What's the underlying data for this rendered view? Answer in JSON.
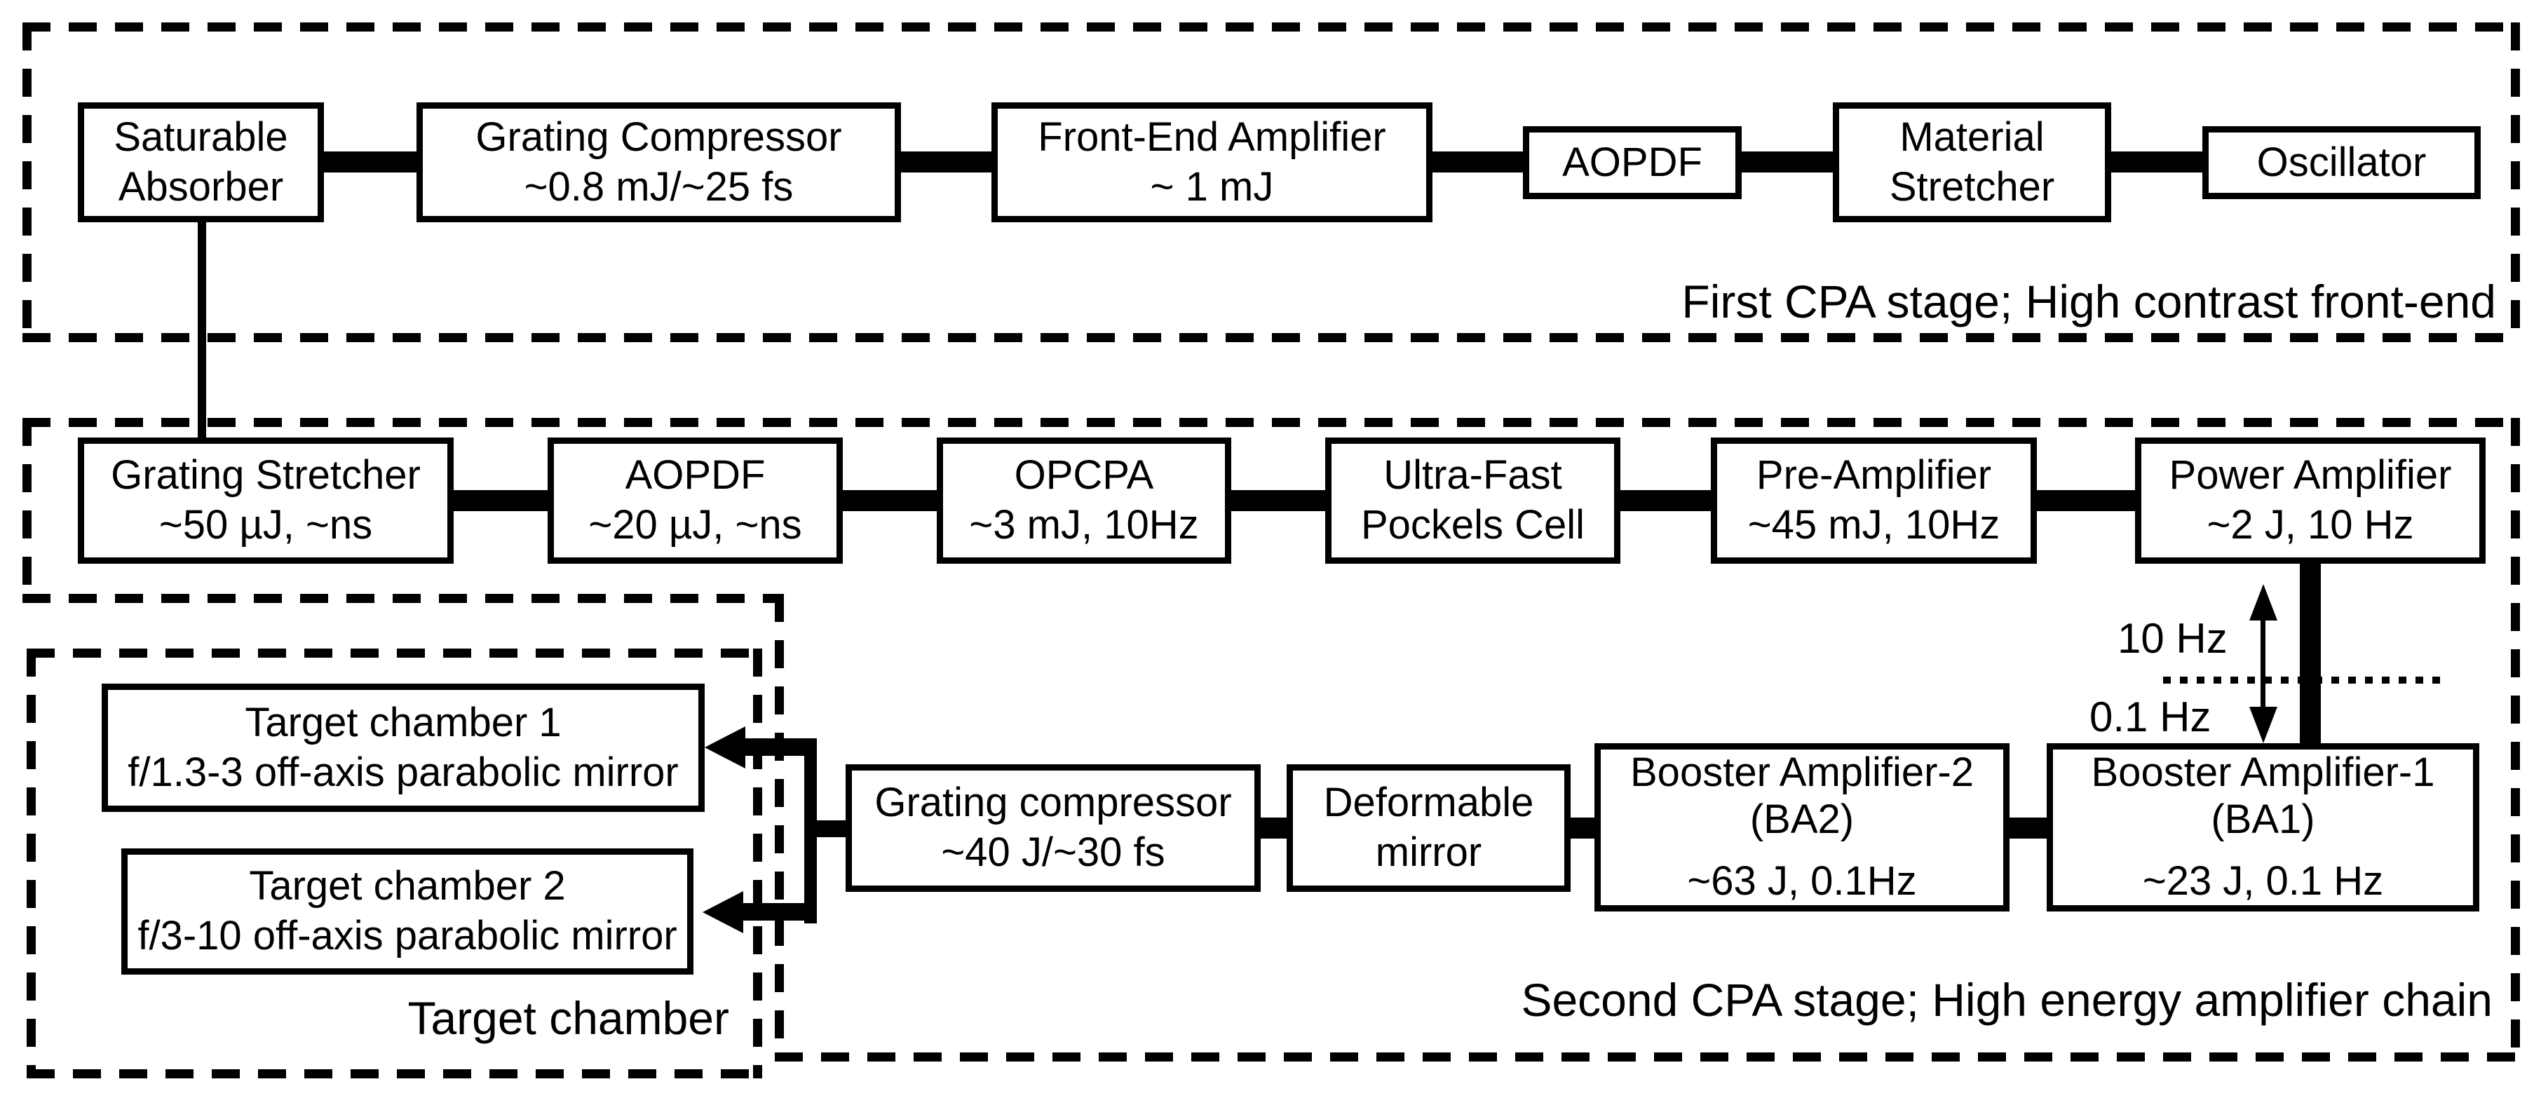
{
  "stages": {
    "first": {
      "label": "First CPA stage; High contrast front-end"
    },
    "second": {
      "label": "Second CPA stage; High energy amplifier chain"
    },
    "target": {
      "label": "Target chamber"
    }
  },
  "boxes": {
    "saturable_absorber": {
      "lines": [
        "Saturable",
        "Absorber"
      ]
    },
    "grating_compressor_1": {
      "lines": [
        "Grating Compressor",
        "~0.8 mJ/~25 fs"
      ]
    },
    "front_end_amplifier": {
      "lines": [
        "Front-End Amplifier",
        "~ 1 mJ"
      ]
    },
    "aopdf_1": {
      "lines": [
        "AOPDF"
      ]
    },
    "material_stretcher": {
      "lines": [
        "Material",
        "Stretcher"
      ]
    },
    "oscillator": {
      "lines": [
        "Oscillator"
      ]
    },
    "grating_stretcher": {
      "lines": [
        "Grating Stretcher",
        "~50 µJ, ~ns"
      ]
    },
    "aopdf_2": {
      "lines": [
        "AOPDF",
        "~20 µJ, ~ns"
      ]
    },
    "opcpa": {
      "lines": [
        "OPCPA",
        "~3 mJ, 10Hz"
      ]
    },
    "pockels_cell": {
      "lines": [
        "Ultra-Fast",
        "Pockels Cell"
      ]
    },
    "pre_amplifier": {
      "lines": [
        "Pre-Amplifier",
        "~45 mJ, 10Hz"
      ]
    },
    "power_amplifier": {
      "lines": [
        "Power Amplifier",
        "~2 J, 10 Hz"
      ]
    },
    "booster_amplifier_2": {
      "lines": [
        "Booster Amplifier-2",
        "(BA2)",
        "~63 J, 0.1Hz"
      ]
    },
    "booster_amplifier_1": {
      "lines": [
        "Booster Amplifier-1",
        "(BA1)",
        "~23 J, 0.1 Hz"
      ]
    },
    "grating_compressor_2": {
      "lines": [
        "Grating compressor",
        "~40 J/~30 fs"
      ]
    },
    "deformable_mirror": {
      "lines": [
        "Deformable",
        "mirror"
      ]
    },
    "target_chamber_1": {
      "lines": [
        "Target chamber 1",
        "f/1.3-3 off-axis parabolic mirror"
      ]
    },
    "target_chamber_2": {
      "lines": [
        "Target chamber 2",
        "f/3-10 off-axis parabolic mirror"
      ]
    }
  },
  "annotations": {
    "rate_high": "10 Hz",
    "rate_low": "0.1 Hz"
  },
  "colors": {
    "ink": "#000000",
    "background": "#ffffff"
  }
}
